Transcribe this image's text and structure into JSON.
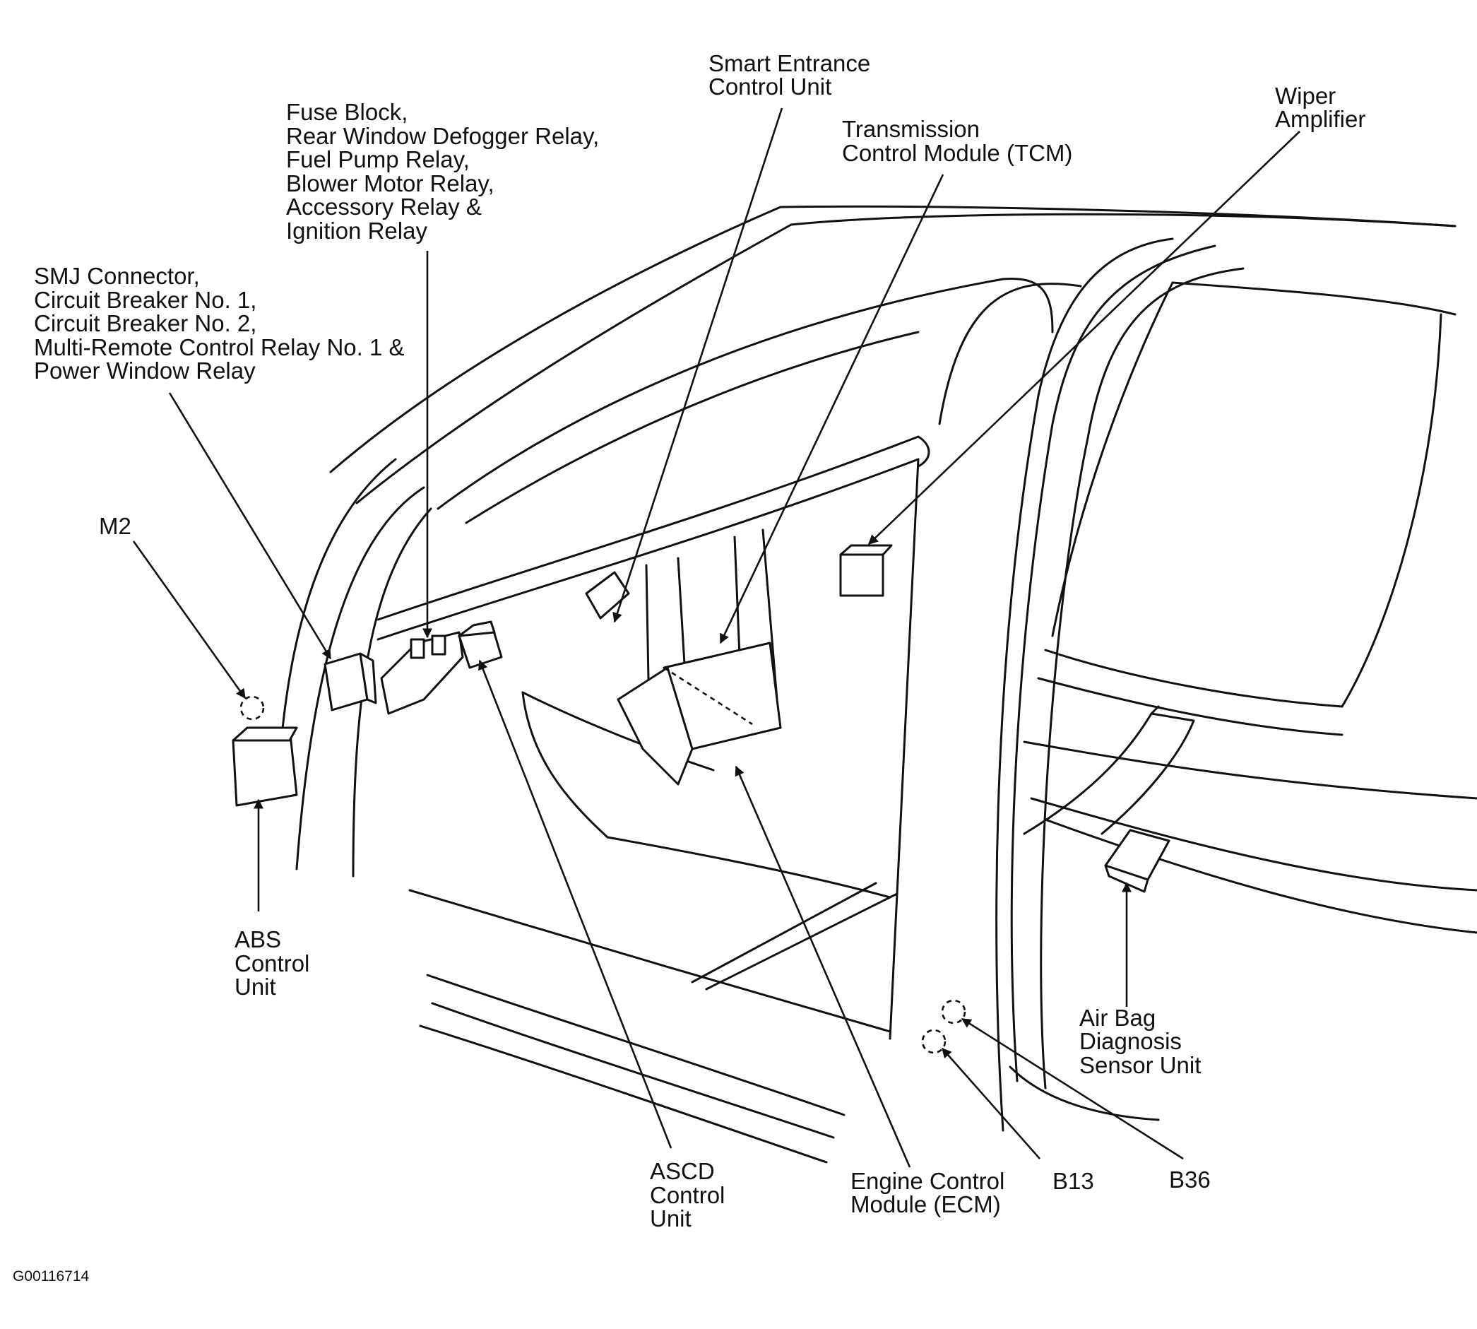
{
  "figure_id": "G00116714",
  "labels": {
    "fuse_block": [
      "Fuse Block,",
      "Rear Window Defogger Relay,",
      "Fuel Pump Relay,",
      "Blower Motor Relay,",
      "Accessory Relay &",
      "Ignition Relay"
    ],
    "smj_connector": [
      "SMJ Connector,",
      "Circuit Breaker No. 1,",
      "Circuit Breaker No. 2,",
      "Multi-Remote Control Relay No. 1 &",
      "Power Window Relay"
    ],
    "smart_entrance": [
      "Smart Entrance",
      "Control Unit"
    ],
    "tcm": [
      "Transmission",
      "Control Module (TCM)"
    ],
    "wiper_amplifier": [
      "Wiper",
      "Amplifier"
    ],
    "m2": "M2",
    "abs": [
      "ABS",
      "Control",
      "Unit"
    ],
    "ascd": [
      "ASCD",
      "Control",
      "Unit"
    ],
    "ecm": [
      "Engine Control",
      "Module (ECM)"
    ],
    "b13": "B13",
    "b36": "B36",
    "air_bag": [
      "Air Bag",
      "Diagnosis",
      "Sensor Unit"
    ]
  }
}
